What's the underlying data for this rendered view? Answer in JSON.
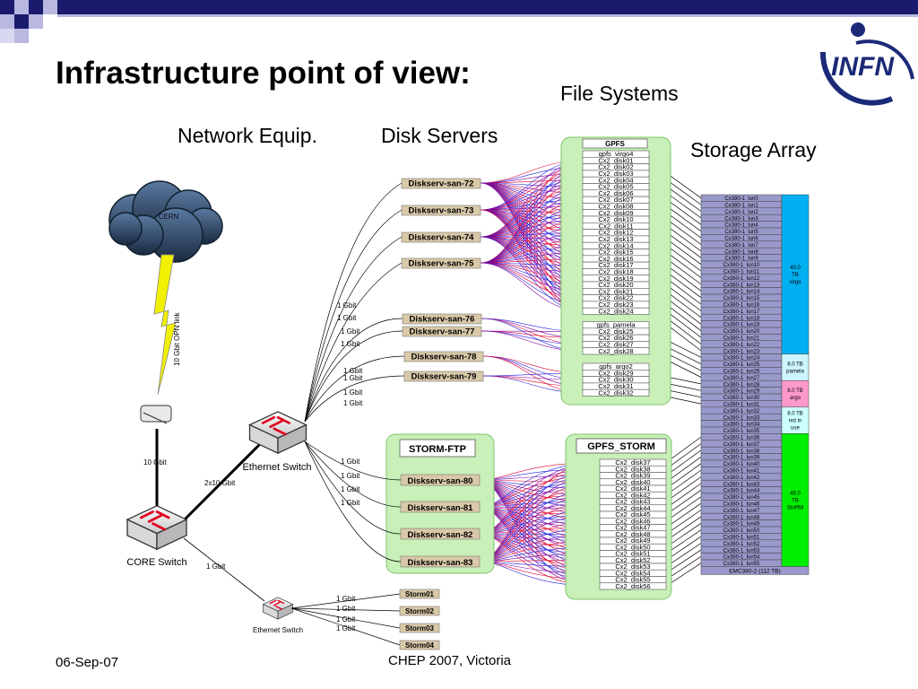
{
  "slide": {
    "title": "Infrastructure point of view:",
    "date": "06-Sep-07",
    "footer": "CHEP 2007, Victoria",
    "logo_text": "INFN"
  },
  "headers": {
    "network": "Network Equip.",
    "disk_servers": "Disk Servers",
    "file_systems": "File Systems",
    "storage_array": "Storage Array"
  },
  "network": {
    "cloud_label": "CERN",
    "opn_link": "10 Gbit OPN link",
    "core_link": "10 Gbit",
    "uplink": "2x10 Gbit",
    "core_switch": "CORE Switch",
    "ethernet_switch": "Ethernet Switch",
    "ethernet_switch_small": "Ethernet Switch",
    "small_switch_link": "1 Gbit",
    "server_links": [
      "1 Gbit",
      "1 Gbit",
      "1 Gbit",
      "1 Gbit",
      "1 Gbit",
      "1 Gbit",
      "1 Gbit",
      "1 Gbit"
    ],
    "storm_links": [
      "1 Gbit",
      "1 Gbit",
      "1 Gbit",
      "1 Gbit"
    ],
    "storm_node_links": [
      "1 Gbit",
      "1 Gbit",
      "1 Gbit",
      "1 Gbit"
    ]
  },
  "disk_servers": [
    "Diskserv-san-72",
    "Diskserv-san-73",
    "Diskserv-san-74",
    "Diskserv-san-75",
    "Diskserv-san-76",
    "Diskserv-san-77",
    "Diskserv-san-78",
    "Diskserv-san-79"
  ],
  "storm_ftp": {
    "title": "STORM-FTP",
    "servers": [
      "Diskserv-san-80",
      "Diskserv-san-81",
      "Diskserv-san-82",
      "Diskserv-san-83"
    ]
  },
  "storm_nodes": [
    "Storm01",
    "Storm02",
    "Storm03",
    "Storm04"
  ],
  "gpfs": {
    "title": "GPFS",
    "groups": [
      {
        "name": "gpfs_virgo4",
        "disks": [
          "Cx2_disk01",
          "Cx2_disk02",
          "Cx2_disk03",
          "Cx2_disk04",
          "Cx2_disk05",
          "Cx2_disk06",
          "Cx2_disk07",
          "Cx2_disk08",
          "Cx2_disk09",
          "Cx2_disk10",
          "Cx2_disk11",
          "Cx2_disk12",
          "Cx2_disk13",
          "Cx2_disk14",
          "Cx2_disk15",
          "Cx2_disk16",
          "Cx2_disk17",
          "Cx2_disk18",
          "Cx2_disk19",
          "Cx2_disk20",
          "Cx2_disk21",
          "Cx2_disk22",
          "Cx2_disk23",
          "Cx2_disk24"
        ]
      },
      {
        "name": "gpfs_pamela",
        "disks": [
          "Cx2_disk25",
          "Cx2_disk26",
          "Cx2_disk27",
          "Cx2_disk28"
        ]
      },
      {
        "name": "gpfs_argo2",
        "disks": [
          "Cx2_disk29",
          "Cx2_disk30",
          "Cx2_disk31",
          "Cx2_disk32"
        ]
      }
    ]
  },
  "gpfs_storm": {
    "title": "GPFS_STORM",
    "disks": [
      "Cx2_disk37",
      "Cx2_disk38",
      "Cx2_disk39",
      "Cx2_disk40",
      "Cx2_disk41",
      "Cx2_disk42",
      "Cx2_disk43",
      "Cx2_disk44",
      "Cx2_disk45",
      "Cx2_disk46",
      "Cx2_disk47",
      "Cx2_disk48",
      "Cx2_disk49",
      "Cx2_disk50",
      "Cx2_disk51",
      "Cx2_disk52",
      "Cx2_disk53",
      "Cx2_disk54",
      "Cx2_disk55",
      "Cx2_disk56"
    ]
  },
  "storage_array": {
    "luns": [
      "Cx380-1_lun0",
      "Cx380-1_lun1",
      "Cx380-1_lun2",
      "Cx380-1_lun3",
      "Cx380-1_lun4",
      "Cx380-1_lun5",
      "Cx380-1_lun6",
      "Cx380-1_lun7",
      "Cx380-1_lun8",
      "Cx380-1_lun9",
      "Cx380-1_lun10",
      "Cx380-1_lun11",
      "Cx380-1_lun12",
      "Cx380-1_lun13",
      "Cx380-1_lun14",
      "Cx380-1_lun15",
      "Cx380-1_lun16",
      "Cx380-1_lun17",
      "Cx380-1_lun18",
      "Cx380-1_lun19",
      "Cx380-1_lun20",
      "Cx380-1_lun21",
      "Cx380-1_lun22",
      "Cx380-1_lun23",
      "Cx380-1_lun24",
      "Cx380-1_lun25",
      "Cx380-1_lun26",
      "Cx380-1_lun27",
      "Cx380-1_lun28",
      "Cx380-1_lun29",
      "Cx380-1_lun30",
      "Cx380-1_lun31",
      "Cx380-1_lun32",
      "Cx380-1_lun33",
      "Cx380-1_lun34",
      "Cx380-1_lun35",
      "Cx380-1_lun36",
      "Cx380-1_lun37",
      "Cx380-1_lun38",
      "Cx380-1_lun39",
      "Cx380-1_lun40",
      "Cx380-1_lun41",
      "Cx380-1_lun42",
      "Cx380-1_lun43",
      "Cx380-1_lun44",
      "Cx380-1_lun45",
      "Cx380-1_lun46",
      "Cx380-1_lun47",
      "Cx380-1_lun48",
      "Cx380-1_lun49",
      "Cx380-1_lun50",
      "Cx380-1_lun51",
      "Cx380-1_lun52",
      "Cx380-1_lun53",
      "Cx380-1_lun54",
      "Cx380-1_lun55"
    ],
    "footer": "EMC380-2 (112 TB)",
    "allocations": [
      {
        "lines": [
          "40.0",
          "TB",
          "virgo"
        ],
        "color": "#00b0f0",
        "luns": 24
      },
      {
        "lines": [
          "8.0 TB",
          "pamela"
        ],
        "color": "#ccf5ff",
        "luns": 4
      },
      {
        "lines": [
          "8.0 TB",
          "argo"
        ],
        "color": "#ff99cc",
        "luns": 4
      },
      {
        "lines": [
          "8.0 TB",
          "not in",
          "use"
        ],
        "color": "#ccffff",
        "luns": 4
      },
      {
        "lines": [
          "48.0",
          "TB",
          "StoRM"
        ],
        "color": "#00ee00",
        "luns": 20
      }
    ]
  },
  "colors": {
    "server_label_bg": "#d9c9a8",
    "lun_bg": "#9999cc",
    "panel_fill": "#c8f0b8",
    "panel_stroke": "#7dc46a",
    "link_red": "#e00030",
    "link_blue": "#2020dd",
    "link_purple": "#8000a0",
    "opn_bolt": "#f0f000"
  }
}
